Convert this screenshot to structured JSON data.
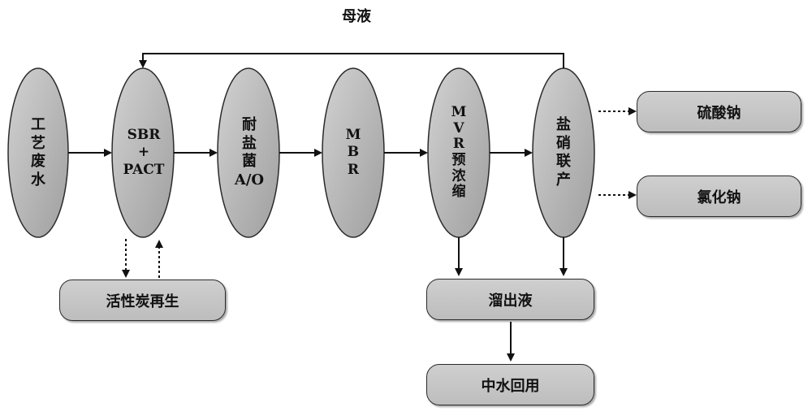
{
  "diagram": {
    "recycle_label": "母液",
    "nodes": {
      "process_wastewater": "工\n艺\n废\n水",
      "sbr_pact": "SBR\n+\nPACT",
      "salt_tolerant_ao": "耐\n盐\n菌\nA/O",
      "mbr": "M\nB\nR",
      "mvr_preconcentration": "M\nV\nR\n预\n浓\n缩",
      "salt_nitrate_coproduction": "盐\n硝\n联\n产"
    },
    "boxes": {
      "activated_carbon_regeneration": "活性炭再生",
      "sodium_sulfate": "硫酸钠",
      "sodium_chloride": "氯化钠",
      "distillate": "溜出液",
      "reclaimed_water_reuse": "中水回用"
    }
  }
}
